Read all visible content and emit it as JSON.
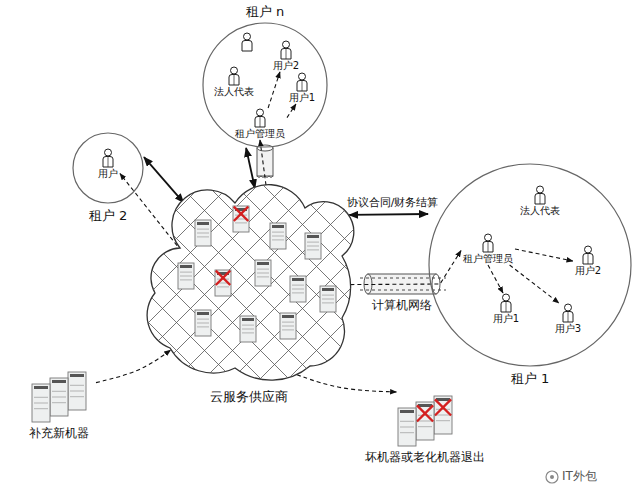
{
  "diagram": {
    "nodes": [
      {
        "text": [
          "云服务供应商"
        ]
      },
      {
        "text": [
          "租户 n"
        ]
      },
      {
        "text": [
          "法人代表"
        ],
        "in": 1
      },
      {
        "text": [
          "用户2"
        ],
        "in": 1
      },
      {
        "text": [
          "用户1"
        ],
        "in": 1
      },
      {
        "text": [
          "租户管理员"
        ],
        "in": 1
      },
      {
        "text": [
          "租户 2"
        ]
      },
      {
        "text": [
          "用户"
        ],
        "in": 6
      },
      {
        "text": [
          "租户 1"
        ]
      },
      {
        "text": [
          "法人代表"
        ],
        "in": 8
      },
      {
        "text": [
          "租户管理员"
        ],
        "in": 8
      },
      {
        "text": [
          "用户2"
        ],
        "in": 8
      },
      {
        "text": [
          "用户1"
        ],
        "in": 8
      },
      {
        "text": [
          "用户3"
        ],
        "in": 8
      },
      {
        "text": [
          "补充新机器"
        ]
      },
      {
        "text": [
          "坏机器或老化机器退出"
        ]
      }
    ],
    "edges": [
      {
        "from": 0,
        "to": 1,
        "arrow": "both"
      },
      {
        "from": 0,
        "to": 6,
        "arrow": "both"
      },
      {
        "from": 0,
        "to": 8,
        "label": "协议合同/财务结算",
        "arrow": "both"
      },
      {
        "from": 0,
        "to": 5,
        "arrow": "to"
      },
      {
        "from": 5,
        "to": 3,
        "arrow": "to"
      },
      {
        "from": 5,
        "to": 4,
        "arrow": "to"
      },
      {
        "from": 0,
        "to": 7,
        "arrow": "to"
      },
      {
        "from": 0,
        "to": 10,
        "arrow": "to"
      },
      {
        "from": 10,
        "to": 11,
        "arrow": "to"
      },
      {
        "from": 10,
        "to": 12,
        "arrow": "to"
      },
      {
        "from": 10,
        "to": 13,
        "arrow": "to"
      },
      {
        "from": 14,
        "to": 0,
        "arrow": "to"
      },
      {
        "from": 0,
        "to": 15,
        "arrow": "to"
      }
    ],
    "labels": [
      "计算机网络",
      "IT外包"
    ]
  }
}
